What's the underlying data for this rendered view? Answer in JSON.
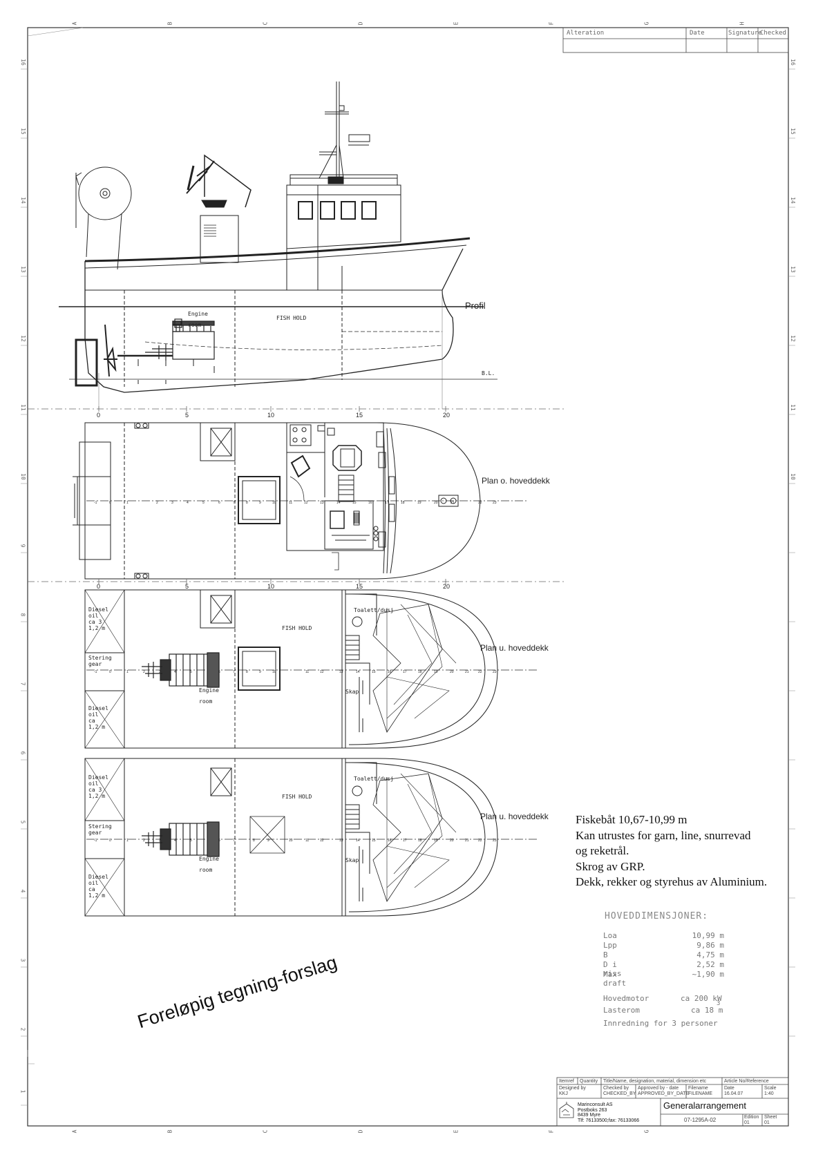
{
  "revision_table": {
    "headers": [
      "Alteration",
      "Date",
      "Signature",
      "Checked"
    ]
  },
  "grid_letters": [
    "A",
    "B",
    "C",
    "D",
    "E",
    "F",
    "G",
    "H"
  ],
  "grid_numbers": [
    "16",
    "15",
    "14",
    "13",
    "12",
    "11",
    "10",
    "9",
    "8",
    "7",
    "6",
    "5",
    "4",
    "3",
    "2",
    "1"
  ],
  "profile_view": {
    "label": "Profil",
    "engine_room": [
      "Engine",
      "room"
    ],
    "fish_hold": "FISH HOLD",
    "baseline": "B.L.",
    "frame_scale": [
      "0",
      "5",
      "10",
      "15",
      "20"
    ]
  },
  "upper_deck_plan": {
    "label": "Plan o. hoveddekk",
    "frame_numbers": [
      "-1",
      "0",
      "1",
      "2",
      "3",
      "4",
      "5",
      "6",
      "7",
      "8",
      "9",
      "10",
      "11",
      "12",
      "13",
      "14",
      "15",
      "16",
      "17",
      "18",
      "19",
      "20",
      "21",
      "22",
      "23"
    ],
    "frame_scale": [
      "0",
      "5",
      "10",
      "15",
      "20"
    ]
  },
  "lower_deck_plan_1": {
    "label": "Plan u. hoveddekk",
    "diesel_tank_top": [
      "Diesel",
      "oil",
      "ca 3",
      "1,2  m"
    ],
    "steering_gear": [
      "Stering",
      "gear"
    ],
    "diesel_tank_bottom": [
      "Diesel",
      "oil",
      "ca",
      "1,2  m"
    ],
    "engine_room": [
      "Engine",
      "room"
    ],
    "fish_hold": "FISH HOLD",
    "toilet": "Toalett/dusj",
    "locker": "Skap",
    "frame_numbers": [
      "-1",
      "0",
      "1",
      "2",
      "3",
      "4",
      "5",
      "6",
      "7",
      "8",
      "9",
      "10",
      "11",
      "12",
      "13",
      "14",
      "15",
      "16",
      "17",
      "18",
      "19",
      "20",
      "21",
      "22",
      "23"
    ]
  },
  "lower_deck_plan_2": {
    "label": "Plan u. hoveddekk",
    "diesel_tank_top": [
      "Diesel",
      "oil",
      "ca 3",
      "1,2  m"
    ],
    "steering_gear": [
      "Stering",
      "gear"
    ],
    "diesel_tank_bottom": [
      "Diesel",
      "oil",
      "ca",
      "1,2  m"
    ],
    "engine_room": [
      "Engine",
      "room"
    ],
    "fish_hold": "FISH HOLD",
    "toilet": "Toalett/dusj",
    "locker": "Skap",
    "frame_numbers": [
      "-1",
      "0",
      "1",
      "2",
      "3",
      "4",
      "5",
      "6",
      "7",
      "8",
      "9",
      "10",
      "11",
      "12",
      "13",
      "14",
      "15",
      "16",
      "17",
      "18",
      "19",
      "20",
      "21",
      "22",
      "23"
    ]
  },
  "description": [
    "Fiskebåt 10,67-10,99 m",
    "Kan utrustes for garn, line, snurrevad",
    "og reketrål.",
    "Skrog av GRP.",
    "Dekk, rekker og styrehus av Aluminium."
  ],
  "main_dimensions": {
    "title": "HOVEDDIMENSJONER:",
    "rows": [
      {
        "key": "Loa",
        "value": "10,99  m"
      },
      {
        "key": "Lpp",
        "value": "9,86  m"
      },
      {
        "key": "B",
        "value": "4,75  m"
      },
      {
        "key": "D i riss",
        "value": "2,52  m"
      },
      {
        "key": "Max draft",
        "value": "~1,90  m"
      }
    ],
    "engine_label": "Hovedmotor",
    "engine_value": "ca  200  kW",
    "hold_label": "Lasterom",
    "hold_value": "ca  18  m",
    "hold_exponent": "3",
    "accommodation": "Innredning  for  3  personer"
  },
  "watermark": "Foreløpig tegning-forslag",
  "title_block": {
    "row1": [
      "Itemref",
      "Quantity",
      "Title/Name, designation, material, dimension etc",
      "Article No/Reference"
    ],
    "designed_by_label": "Designed by",
    "designed_by": "KKJ",
    "checked_by_label": "Checked by",
    "checked_by": "CHECKED_BY",
    "approved_label": "Approved by - date",
    "approved": "APPROVED_BY_DATE",
    "filename_label": "Filename",
    "filename": "FILENAME",
    "date_label": "Date",
    "date": "16.04.07",
    "scale_label": "Scale",
    "scale": "1:40",
    "company": [
      "Marinconsult AS",
      "Postboks 263",
      "8439 Myre",
      "Tlf: 76133500;fax: 76133066"
    ],
    "drawing_title": "Generalarrangement",
    "drawing_number": "07-1295A-02",
    "edition_label": "Edition",
    "edition": "01",
    "sheet_label": "Sheet",
    "sheet": "01"
  }
}
